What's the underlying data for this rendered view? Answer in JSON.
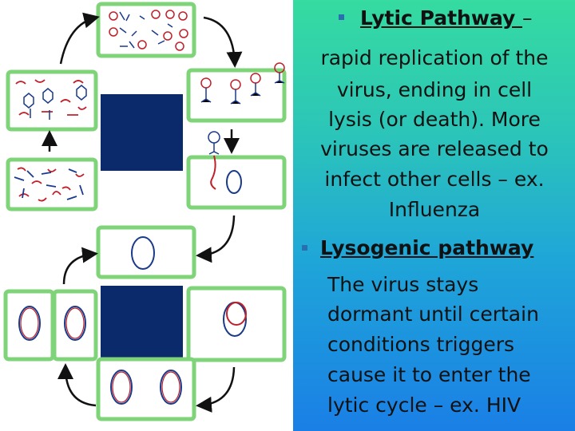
{
  "lytic": {
    "heading": "Lytic Pathway ",
    "dash": "–",
    "body": [
      "rapid replication of the",
      "virus, ending in cell",
      "lysis (or death). More",
      "viruses are released to",
      "infect other cells – ex.",
      "Influenza"
    ]
  },
  "lysogenic": {
    "heading": "Lysogenic pathway",
    "body": [
      "The virus stays",
      "dormant until certain",
      "conditions triggers",
      "cause it to enter the",
      "lytic cycle – ex. HIV"
    ]
  },
  "colors": {
    "cell_wall": "#7fd47a",
    "dna_red": "#c0202a",
    "dna_blue": "#1a3a8a",
    "center_box": "#0b2a6b"
  }
}
